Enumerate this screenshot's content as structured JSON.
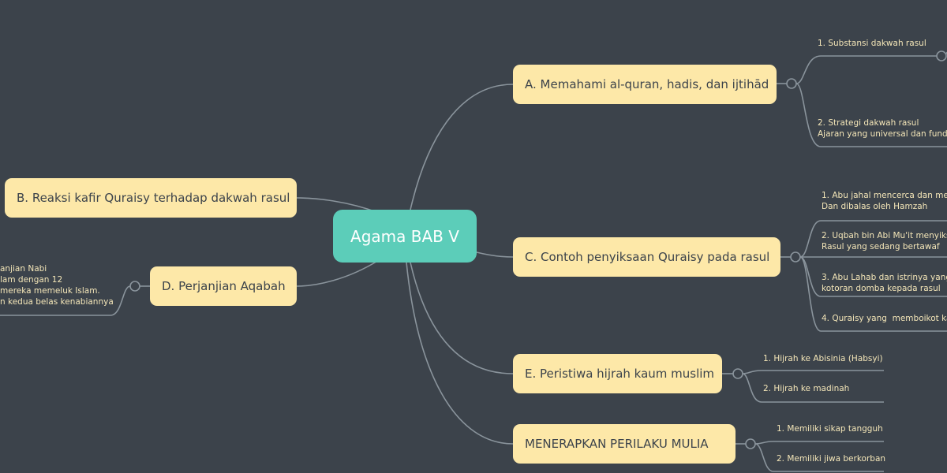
{
  "central": {
    "label": "Agama BAB V"
  },
  "branches": {
    "a": {
      "label": "A. Memahami al-quran, hadis, dan ijtihād",
      "children": [
        "1. Substansi dakwah rasul",
        "2. Strategi dakwah rasul\nAjaran yang universal dan funda"
      ]
    },
    "b": {
      "label": "B. Reaksi kafir Quraisy terhadap dakwah rasul"
    },
    "c": {
      "label": "C. Contoh penyiksaan Quraisy pada rasul",
      "children": [
        "1. Abu jahal mencerca dan men\nDan dibalas oleh Hamzah",
        "2. Uqbah bin Abi Mu'it menyiks\nRasul yang sedang bertawaf",
        "3. Abu Lahab dan istrinya yang\nkotoran domba kepada rasul",
        "4. Quraisy yang  memboikot ka"
      ]
    },
    "d": {
      "label": "D. Perjanjian Aqabah",
      "children": [
        "anjian Nabi\nlam dengan 12\nmereka memeluk Islam.\nn kedua belas kenabiannya"
      ]
    },
    "e": {
      "label": "E. Peristiwa hijrah kaum muslim",
      "children": [
        "1. Hijrah ke Abisinia (Habsyi)",
        "2. Hijrah ke madinah"
      ]
    },
    "f": {
      "label": "MENERAPKAN PERILAKU MULIA",
      "children": [
        "1. Memiliki sikap tangguh",
        "2. Memiliki jiwa berkorban"
      ]
    }
  },
  "colors": {
    "background": "#3c434b",
    "node": "#fde8a8",
    "central": "#5ccdb9",
    "line": "#8a949c",
    "leaf_text": "#f4e6b8"
  }
}
